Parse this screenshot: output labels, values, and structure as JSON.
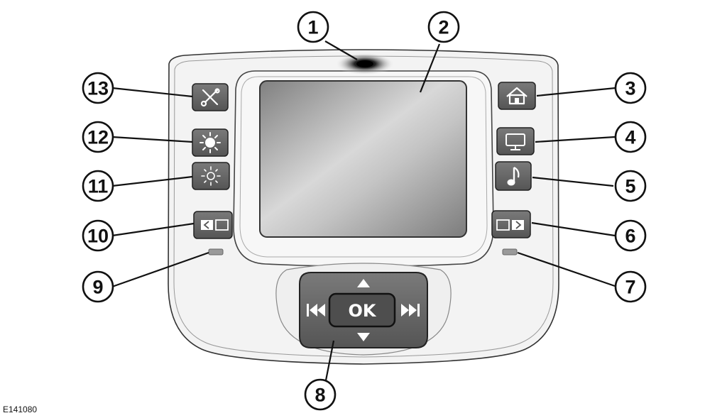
{
  "figure_id": "E141080",
  "center_pad": {
    "ok_label": "OK"
  },
  "callouts": [
    {
      "number": "1",
      "target": "sensor"
    },
    {
      "number": "2",
      "target": "screen"
    },
    {
      "number": "3",
      "target": "home-button"
    },
    {
      "number": "4",
      "target": "display-button"
    },
    {
      "number": "5",
      "target": "music-button"
    },
    {
      "number": "6",
      "target": "right-arrow-button"
    },
    {
      "number": "7",
      "target": "right-indicator"
    },
    {
      "number": "8",
      "target": "navigation-pad"
    },
    {
      "number": "9",
      "target": "left-indicator"
    },
    {
      "number": "10",
      "target": "left-arrow-button"
    },
    {
      "number": "11",
      "target": "brightness-down-button"
    },
    {
      "number": "12",
      "target": "brightness-up-button"
    },
    {
      "number": "13",
      "target": "settings-button"
    }
  ],
  "icons": {
    "settings": "tools-icon",
    "brightness_up": "sun-filled-icon",
    "brightness_down": "sun-outline-icon",
    "left_select": "left-arrow-box-icon",
    "home": "home-icon",
    "display": "monitor-icon",
    "music": "music-note-icon",
    "right_select": "right-arrow-box-icon",
    "nav_up": "triangle-up-icon",
    "nav_down": "triangle-down-icon",
    "nav_prev": "skip-back-icon",
    "nav_next": "skip-forward-icon"
  },
  "colors": {
    "button_fill": "#666666",
    "screen_dark": "#8c8c8c",
    "screen_light": "#dcdcdc",
    "housing": "#f2f2f2",
    "indicator": "#9a9a9a"
  }
}
